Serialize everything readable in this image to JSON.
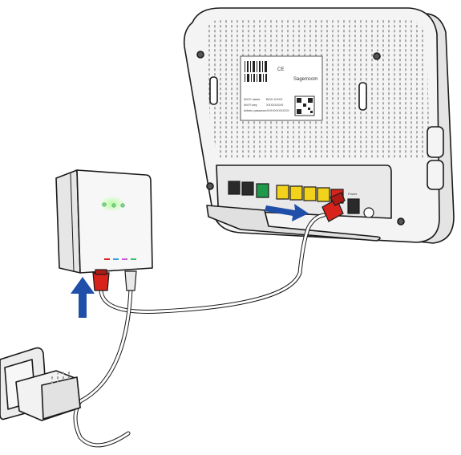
{
  "label": {
    "brand": "Sagemcom",
    "wifi_key_label": "Wi-Fi key",
    "wifi_key_value": "XXXXXXXX",
    "ssid_label": "Wi-Fi name",
    "ssid_value": "BOX-XXXX",
    "admin_label": "Admin password",
    "admin_value": "XXXXXXXXXX"
  },
  "ports": {
    "power_label": "Power"
  },
  "colors": {
    "router_body": "#f4f4f4",
    "outline": "#1a1a1a",
    "ethernet_cable_red": "#d8231c",
    "lan_port_yellow": "#f3d21c",
    "wan_port_green": "#1f9a4a",
    "arrow_blue": "#1f4fa8",
    "led_green": "#7fe08a"
  }
}
